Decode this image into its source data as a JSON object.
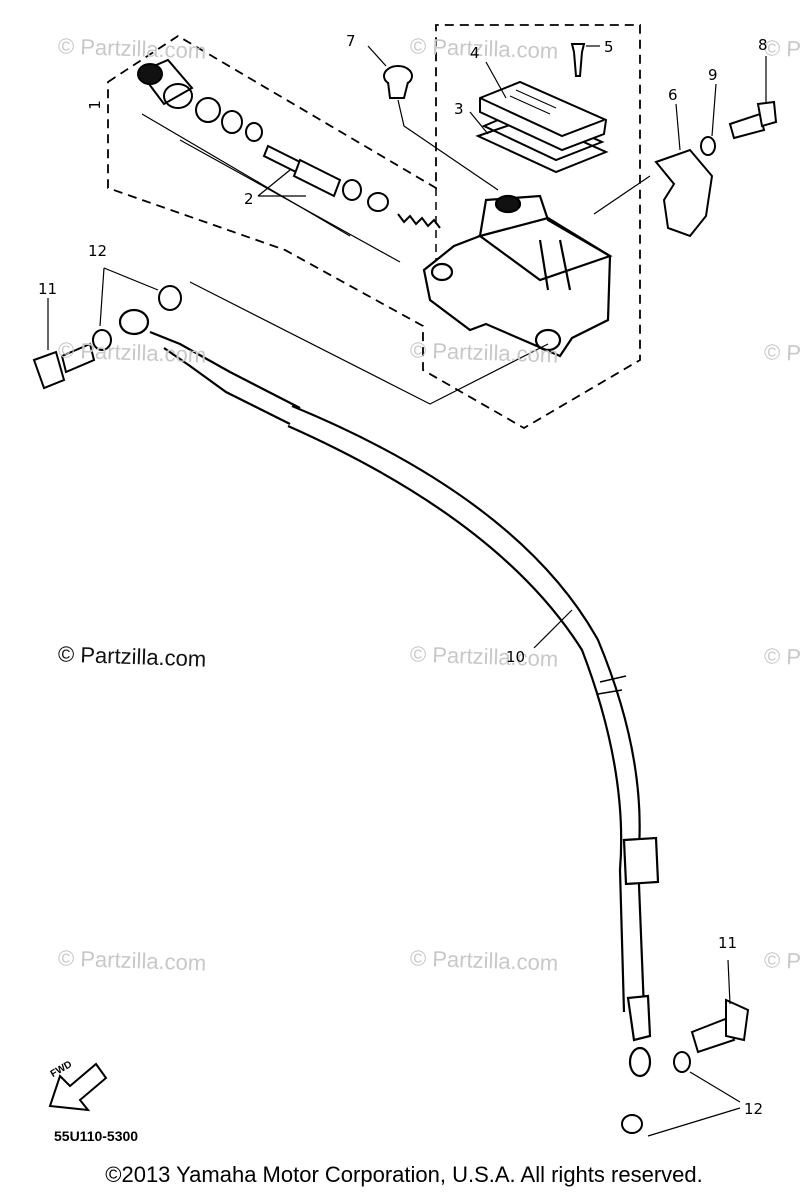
{
  "watermark": "© Partzilla.com",
  "watermark_dark": "© Partzilla.com",
  "watermark_edge": "© P",
  "callouts": {
    "c1": "1",
    "c2": "2",
    "c3": "3",
    "c4": "4",
    "c5": "5",
    "c6": "6",
    "c7": "7",
    "c8": "8",
    "c9": "9",
    "c10": "10",
    "c11a": "11",
    "c11b": "11",
    "c12a": "12",
    "c12b": "12"
  },
  "fwd_label": "FWD",
  "diagram_code": "55U110-5300",
  "copyright": "©2013 Yamaha Motor Corporation, U.S.A. All rights reserved."
}
